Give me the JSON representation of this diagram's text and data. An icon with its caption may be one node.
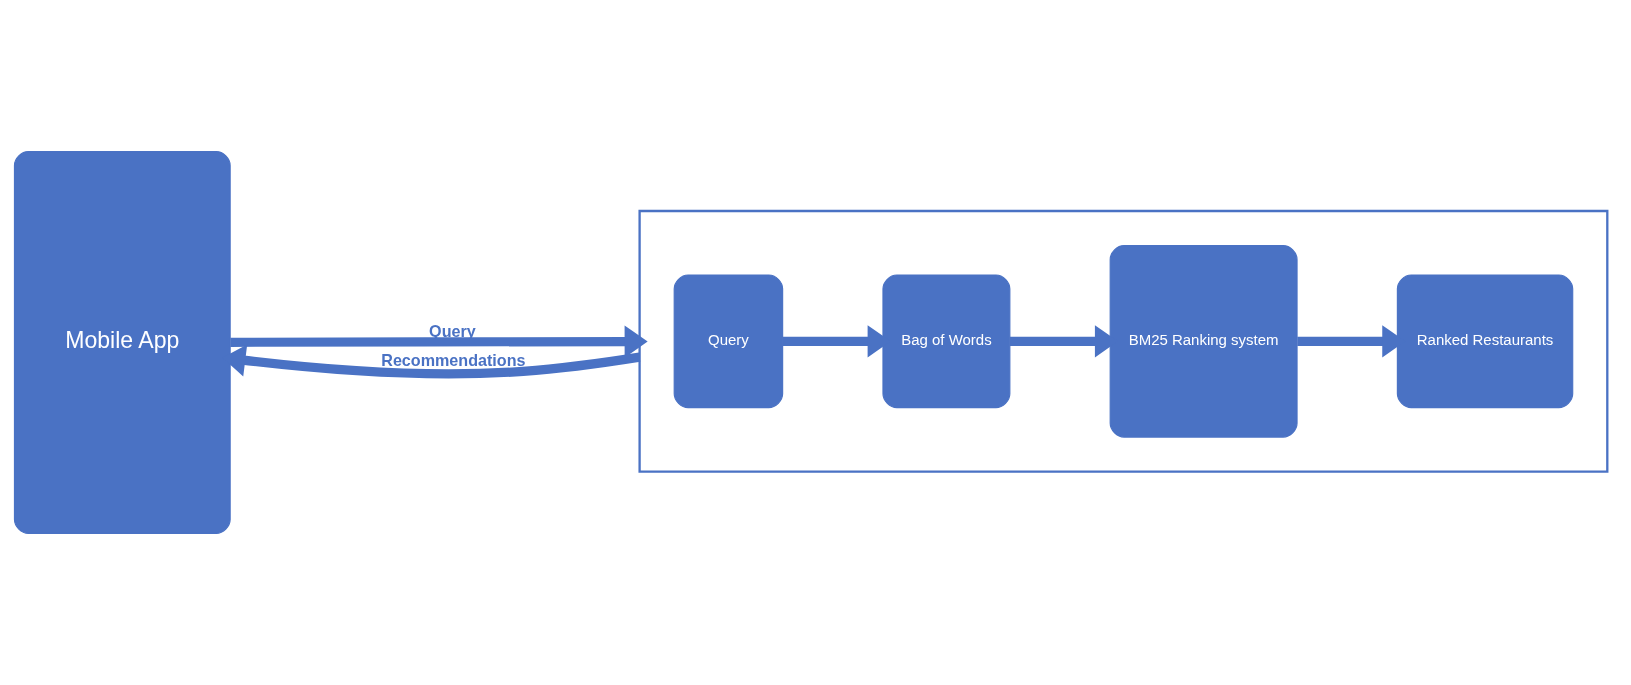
{
  "diagram": {
    "nodes": [
      {
        "text": [
          "Mobile App"
        ]
      },
      {
        "text": [],
        "shape": "box"
      },
      {
        "text": [
          "Query"
        ],
        "in": 1
      },
      {
        "text": [
          "Bag of Words"
        ],
        "in": 1
      },
      {
        "text": [
          "BM25 Ranking system"
        ],
        "in": 1
      },
      {
        "text": [
          "Ranked Restaurants"
        ],
        "in": 1
      }
    ],
    "edges": [
      {
        "from": 0,
        "to": 1,
        "arrow": "to",
        "label": "Query"
      },
      {
        "from": 2,
        "to": 3,
        "arrow": "to"
      },
      {
        "from": 3,
        "to": 4,
        "arrow": "to"
      },
      {
        "from": 4,
        "to": 5,
        "arrow": "to"
      },
      {
        "from": 1,
        "to": 0,
        "arrow": "to",
        "label": "Recommendations"
      }
    ]
  }
}
